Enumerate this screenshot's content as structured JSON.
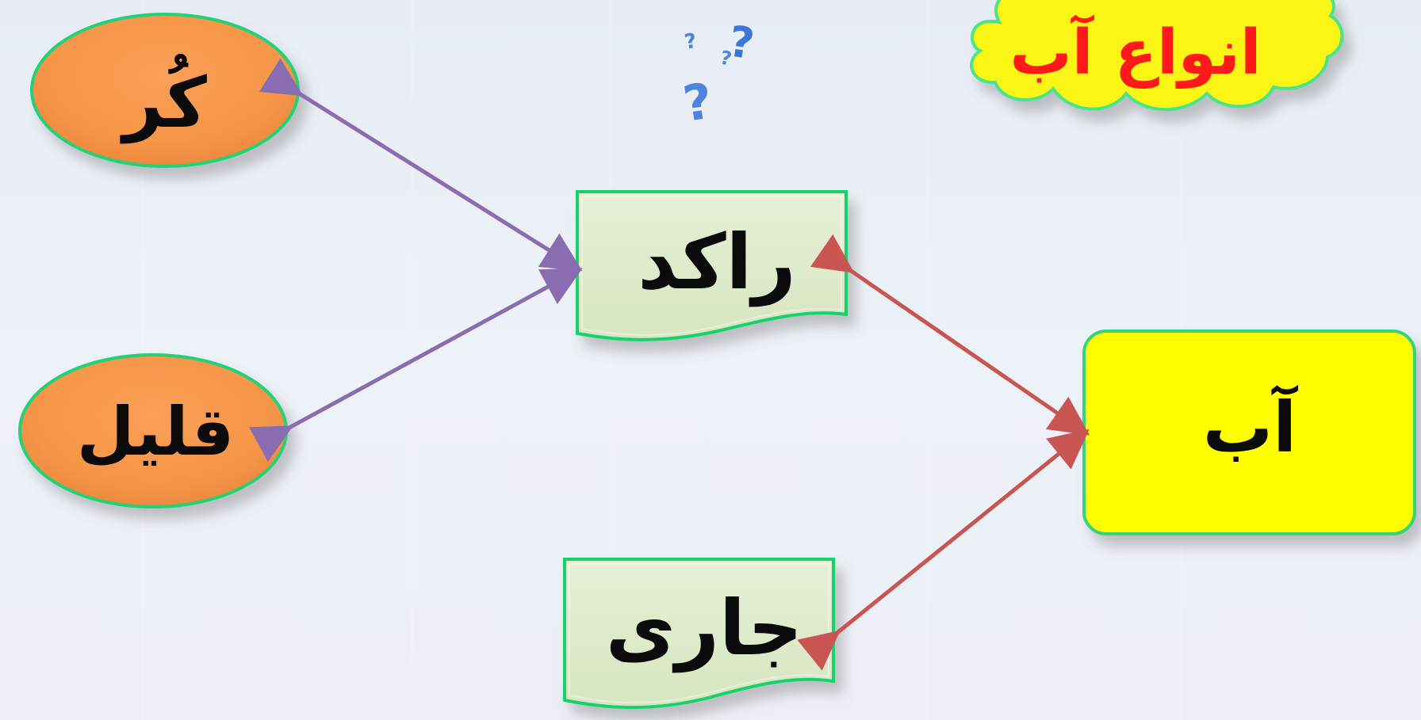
{
  "title": {
    "text": "انواع آب"
  },
  "nodes": {
    "water": {
      "label": "آب"
    },
    "standing": {
      "label": "راکد"
    },
    "running": {
      "label": "جاری"
    },
    "kor": {
      "label": "کُر"
    },
    "qalil": {
      "label": "قلیل"
    }
  },
  "decorations": {
    "question_marks": [
      "?",
      "?",
      "?",
      "?"
    ]
  },
  "colors": {
    "title_cloud_fill": "#fbf514",
    "title_cloud_stroke": "#4ce48a",
    "title_text": "#ff1a1a",
    "water_box_fill": "#ffff00",
    "water_box_stroke": "#35d37a",
    "doc_fill": "#dbe8c8",
    "doc_stroke": "#19d26c",
    "ellipse_fill": "#f79a4e",
    "ellipse_stroke": "#20d276",
    "purple_arrow": "#8a6db0",
    "red_arrow": "#c95553",
    "question_blue": "#4d84df"
  }
}
